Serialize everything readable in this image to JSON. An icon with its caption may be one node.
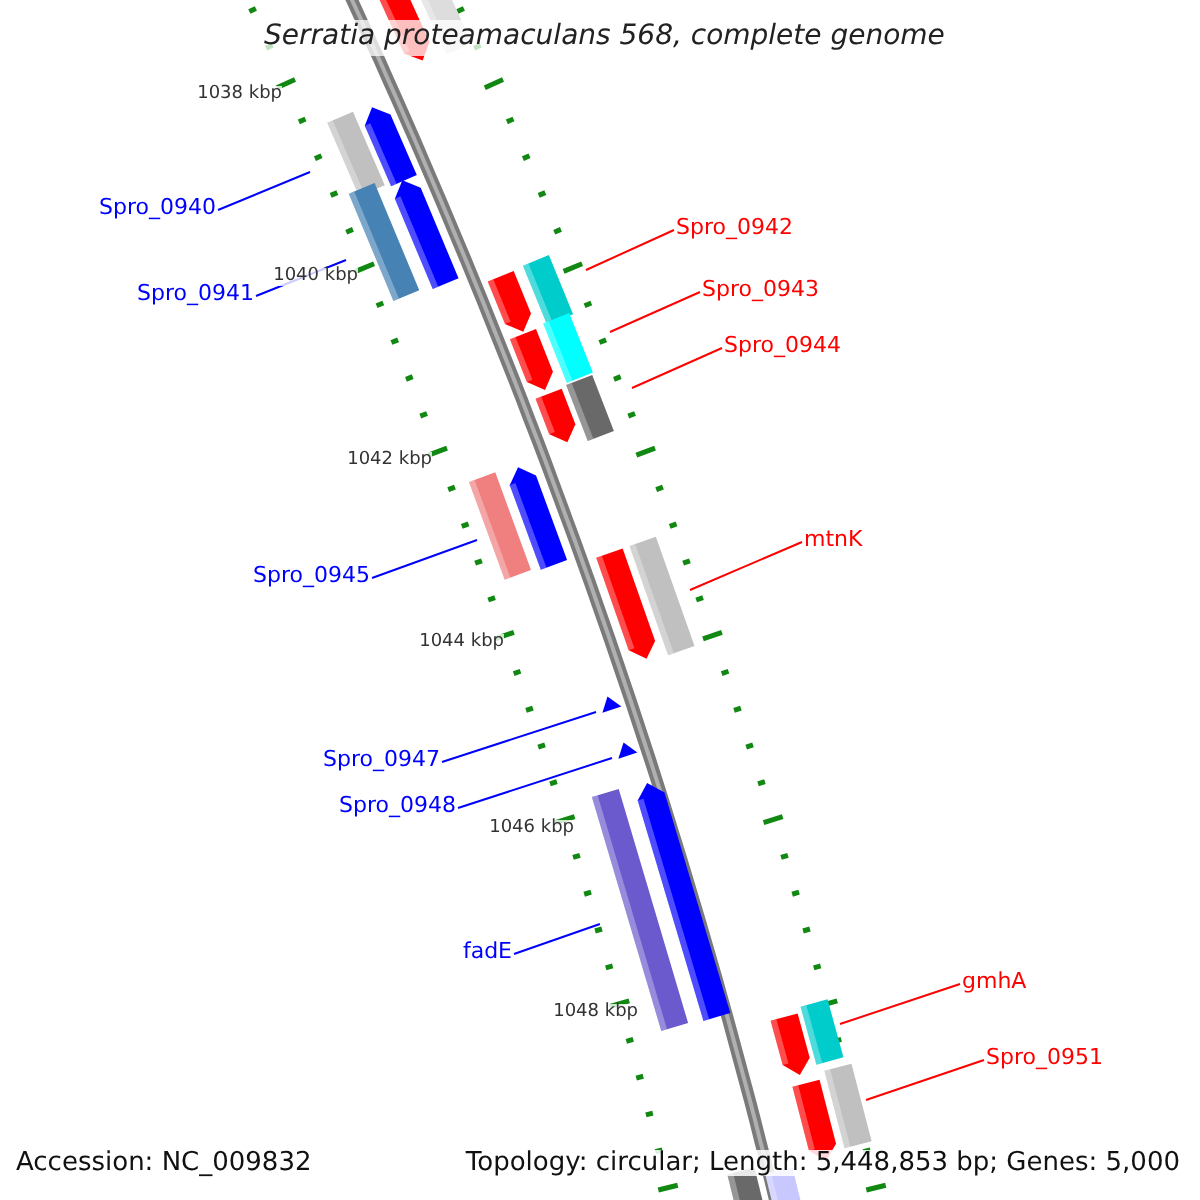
{
  "diagram": {
    "title": "Serratia proteamaculans 568, complete genome",
    "nodes": [
      {
        "text": [
          "Spro_0940"
        ]
      },
      {
        "text": [
          "Spro_0941"
        ]
      },
      {
        "text": [
          "Spro_0942"
        ]
      },
      {
        "text": [
          "Spro_0943"
        ]
      },
      {
        "text": [
          "Spro_0944"
        ]
      },
      {
        "text": [
          "mtnK"
        ]
      },
      {
        "text": [
          "Spro_0945"
        ]
      },
      {
        "text": [
          "Spro_0947"
        ]
      },
      {
        "text": [
          "Spro_0948"
        ]
      },
      {
        "text": [
          "fadE"
        ]
      },
      {
        "text": [
          "gmhA"
        ]
      },
      {
        "text": [
          "Spro_0951"
        ]
      },
      {
        "text": [],
        "shape": "bar"
      },
      {
        "text": [],
        "shape": "bar"
      },
      {
        "text": [],
        "shape": "bar"
      },
      {
        "text": [],
        "shape": "bar"
      },
      {
        "text": [],
        "shape": "bar"
      },
      {
        "text": [],
        "shape": "bar"
      },
      {
        "text": [],
        "shape": "bar"
      },
      {
        "text": [],
        "shape": "bar"
      },
      {
        "text": [],
        "shape": "bar"
      },
      {
        "text": [],
        "shape": "bar"
      },
      {
        "text": [],
        "shape": "bar"
      },
      {
        "text": [],
        "shape": "bar"
      }
    ],
    "edges": [
      {
        "from": 0,
        "to": 12,
        "arrow": "none",
        "color": "#0000ff"
      },
      {
        "from": 1,
        "to": 13,
        "arrow": "none",
        "color": "#0000ff"
      },
      {
        "from": 2,
        "to": 14,
        "arrow": "none",
        "color": "#ff0000"
      },
      {
        "from": 3,
        "to": 15,
        "arrow": "none",
        "color": "#ff0000"
      },
      {
        "from": 4,
        "to": 16,
        "arrow": "none",
        "color": "#ff0000"
      },
      {
        "from": 5,
        "to": 17,
        "arrow": "none",
        "color": "#ff0000"
      },
      {
        "from": 6,
        "to": 18,
        "arrow": "none",
        "color": "#0000ff"
      },
      {
        "from": 7,
        "to": 19,
        "arrow": "none",
        "color": "#0000ff"
      },
      {
        "from": 8,
        "to": 20,
        "arrow": "none",
        "color": "#0000ff"
      },
      {
        "from": 9,
        "to": 21,
        "arrow": "none",
        "color": "#0000ff"
      },
      {
        "from": 10,
        "to": 22,
        "arrow": "none",
        "color": "#ff0000"
      },
      {
        "from": 11,
        "to": 23,
        "arrow": "none",
        "color": "#ff0000"
      }
    ],
    "labels": [
      "1038 kbp",
      "1040 kbp",
      "1042 kbp",
      "1044 kbp",
      "1046 kbp",
      "1048 kbp",
      "Accession: NC_009832",
      "Topology: circular; Length: 5,448,853 bp; Genes: 5,000"
    ]
  }
}
